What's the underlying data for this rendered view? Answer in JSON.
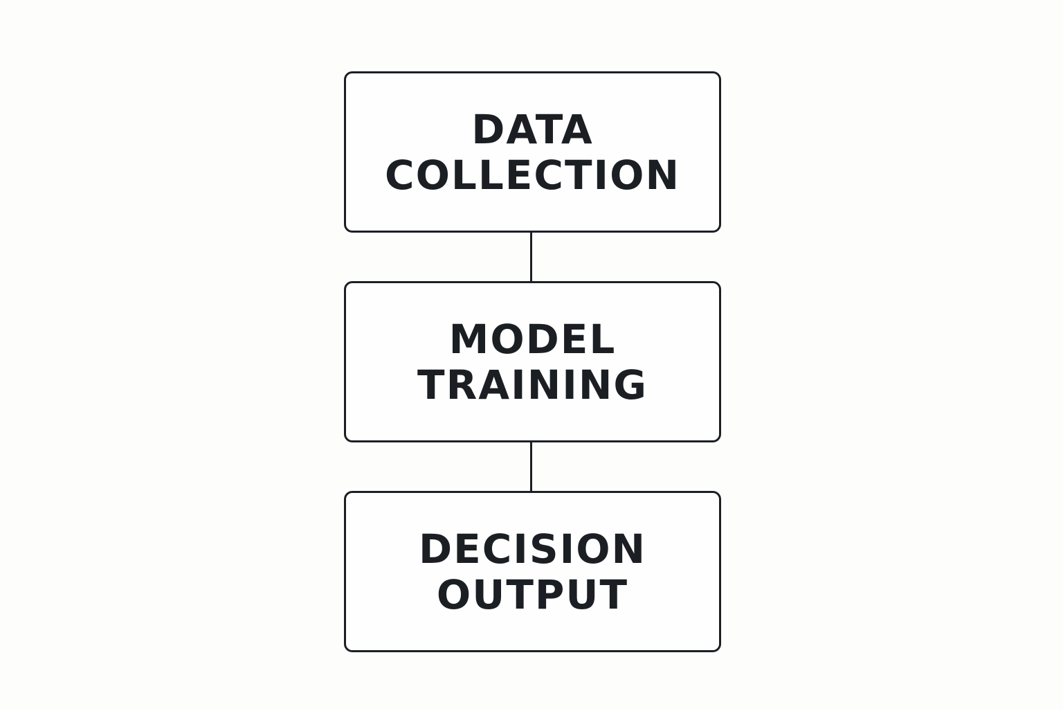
{
  "diagram": {
    "steps": [
      {
        "lines": [
          "DATA",
          "COLLECTION"
        ]
      },
      {
        "lines": [
          "MODEL",
          "TRAINING"
        ]
      },
      {
        "lines": [
          "DECISION",
          "OUTPUT"
        ]
      }
    ]
  },
  "colors": {
    "background": "#fdfdfb",
    "stroke": "#1b1f24",
    "text": "#1b1f24"
  }
}
